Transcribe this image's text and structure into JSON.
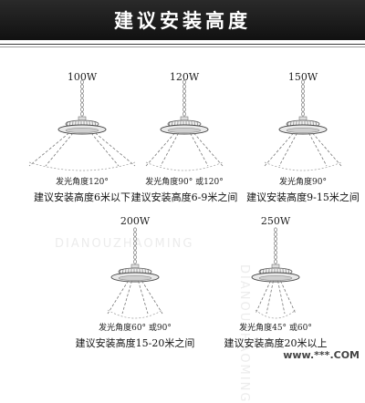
{
  "banner": {
    "title": "建议安装高度"
  },
  "watermarks": [
    "DIANOUZHAOMING",
    "DIANOUZHAOMING"
  ],
  "lamps": [
    {
      "watt": "100W",
      "angle": "发光角度120°",
      "height": "建议安装高度6米以下",
      "beams": "wide"
    },
    {
      "watt": "120W",
      "angle": "发光角度90°  或120°",
      "height": "建议安装高度6-9米之间",
      "beams": "mid"
    },
    {
      "watt": "150W",
      "angle": "发光角度90°",
      "height": "建议安装高度9-15米之间",
      "beams": "mid"
    },
    {
      "watt": "200W",
      "angle": "发光角度60°  或90°",
      "height": "建议安装高度15-20米之间",
      "beams": "narrow"
    },
    {
      "watt": "250W",
      "angle": "发光角度45°  或60°",
      "height": "建议安装高度20米以上",
      "beams": "narrower"
    }
  ],
  "footer": {
    "site": "www.***.COM"
  }
}
